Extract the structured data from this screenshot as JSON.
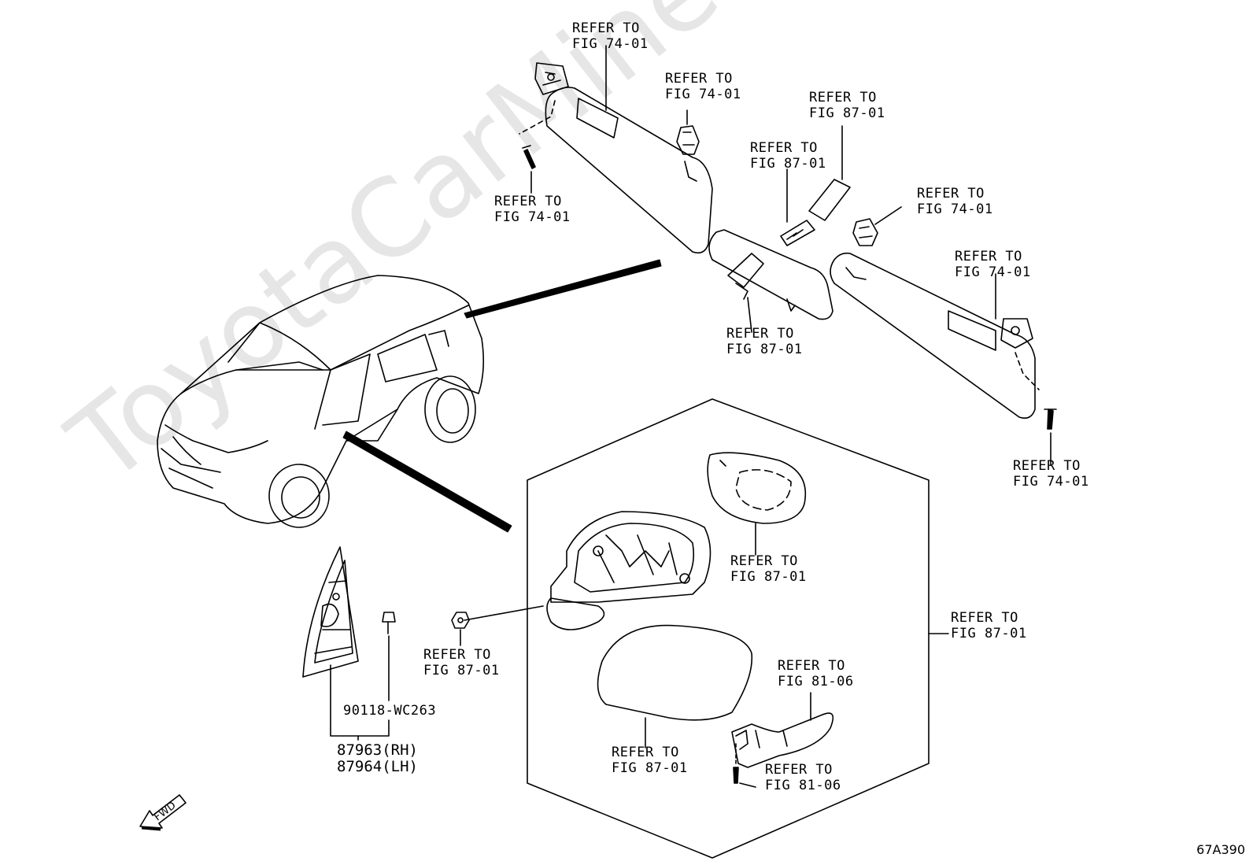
{
  "watermark": "ToyotaCarMine.ru",
  "diagram_code": "67A390",
  "fwd_label": "FWD",
  "labels": {
    "visor_lh_top": "REFER TO\nFIG 74-01",
    "visor_lh_clip": "REFER TO\nFIG 74-01",
    "visor_lh_screw": "REFER TO\nFIG 74-01",
    "rear_mirror_cover": "REFER TO\nFIG 87-01",
    "rear_mirror_bracket": "REFER TO\nFIG 87-01",
    "visor_rh_clip": "REFER TO\nFIG 74-01",
    "visor_rh_body": "REFER TO\nFIG 74-01",
    "rear_mirror": "REFER TO\nFIG 87-01",
    "visor_rh_screw": "REFER TO\nFIG 74-01",
    "mirror_glass": "REFER TO\nFIG 87-01",
    "outer_mirror_assy": "REFER TO\nFIG 87-01",
    "mirror_nut": "REFER TO\nFIG 87-01",
    "signal_lamp": "REFER TO\nFIG 81-06",
    "mirror_cover": "REFER TO\nFIG 87-01",
    "signal_screw": "REFER TO\nFIG 81-06"
  },
  "parts": {
    "clip_number": "90118-WC263",
    "trim_rh": "87963(RH)",
    "trim_lh": "87964(LH)"
  }
}
